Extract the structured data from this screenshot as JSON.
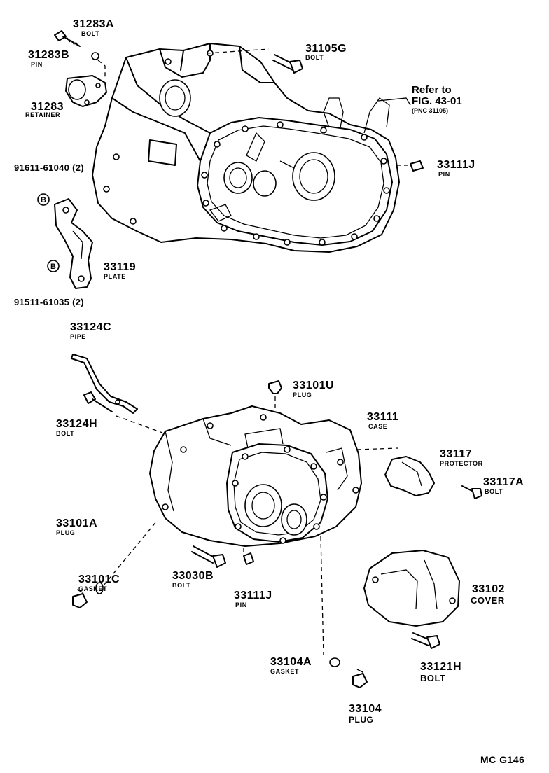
{
  "parts": {
    "p31283A": {
      "num": "31283A",
      "name": "BOLT"
    },
    "p31283B": {
      "num": "31283B",
      "name": "PIN"
    },
    "p31283": {
      "num": "31283",
      "name": "RETAINER"
    },
    "p31105G": {
      "num": "31105G",
      "name": "BOLT"
    },
    "p33111J_top": {
      "num": "33111J",
      "name": "PIN"
    },
    "p33119": {
      "num": "33119",
      "name": "PLATE"
    },
    "p33124C": {
      "num": "33124C",
      "name": "PIPE"
    },
    "p33124H": {
      "num": "33124H",
      "name": "BOLT"
    },
    "p33101U": {
      "num": "33101U",
      "name": "PLUG"
    },
    "p33111": {
      "num": "33111",
      "name": "CASE"
    },
    "p33117": {
      "num": "33117",
      "name": "PROTECTOR"
    },
    "p33117A": {
      "num": "33117A",
      "name": "BOLT"
    },
    "p33101A": {
      "num": "33101A",
      "name": "PLUG"
    },
    "p33101C": {
      "num": "33101C",
      "name": "GASKET"
    },
    "p33030B": {
      "num": "33030B",
      "name": "BOLT"
    },
    "p33111J_bot": {
      "num": "33111J",
      "name": "PIN"
    },
    "p33102": {
      "num": "33102",
      "name": "COVER"
    },
    "p33104A": {
      "num": "33104A",
      "name": "GASKET"
    },
    "p33121H": {
      "num": "33121H",
      "name": "BOLT"
    },
    "p33104": {
      "num": "33104",
      "name": "PLUG"
    }
  },
  "std_parts": {
    "upper": "91611-61040 (2)",
    "lower": "91511-61035 (2)",
    "marker": "B"
  },
  "reference": {
    "line1": "Refer to",
    "line2": "FIG. 43-01",
    "line3": "(PNC 31105)"
  },
  "figure_code": "MC  G146"
}
